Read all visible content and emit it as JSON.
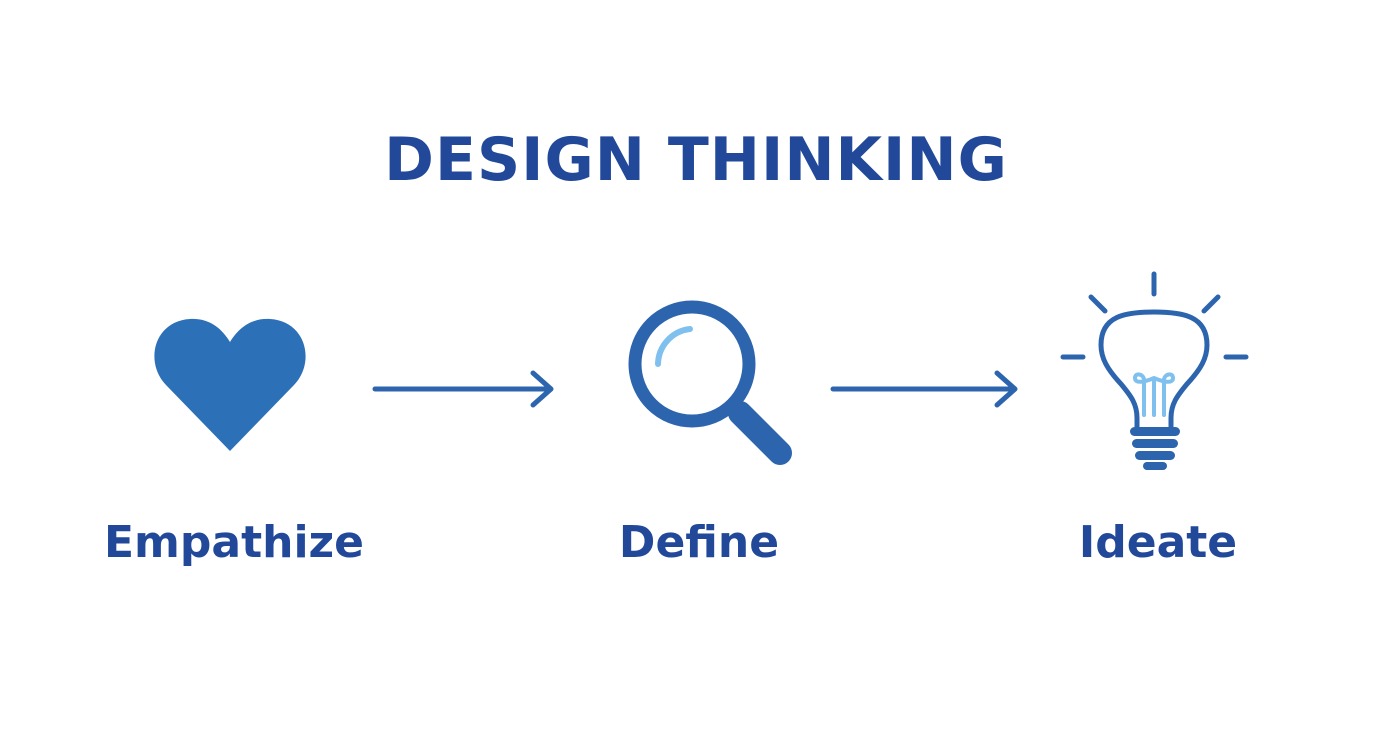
{
  "title": "DESIGN THINKING",
  "colors": {
    "primary": "#22489a",
    "icon": "#2c64ae",
    "heart": "#2c70b8",
    "highlight": "#7fc0ee"
  },
  "stages": [
    {
      "label": "Empathize",
      "icon": "heart-icon"
    },
    {
      "label": "Define",
      "icon": "magnifying-glass-icon"
    },
    {
      "label": "Ideate",
      "icon": "lightbulb-icon"
    }
  ],
  "connectors": [
    "arrow-right-icon",
    "arrow-right-icon"
  ]
}
